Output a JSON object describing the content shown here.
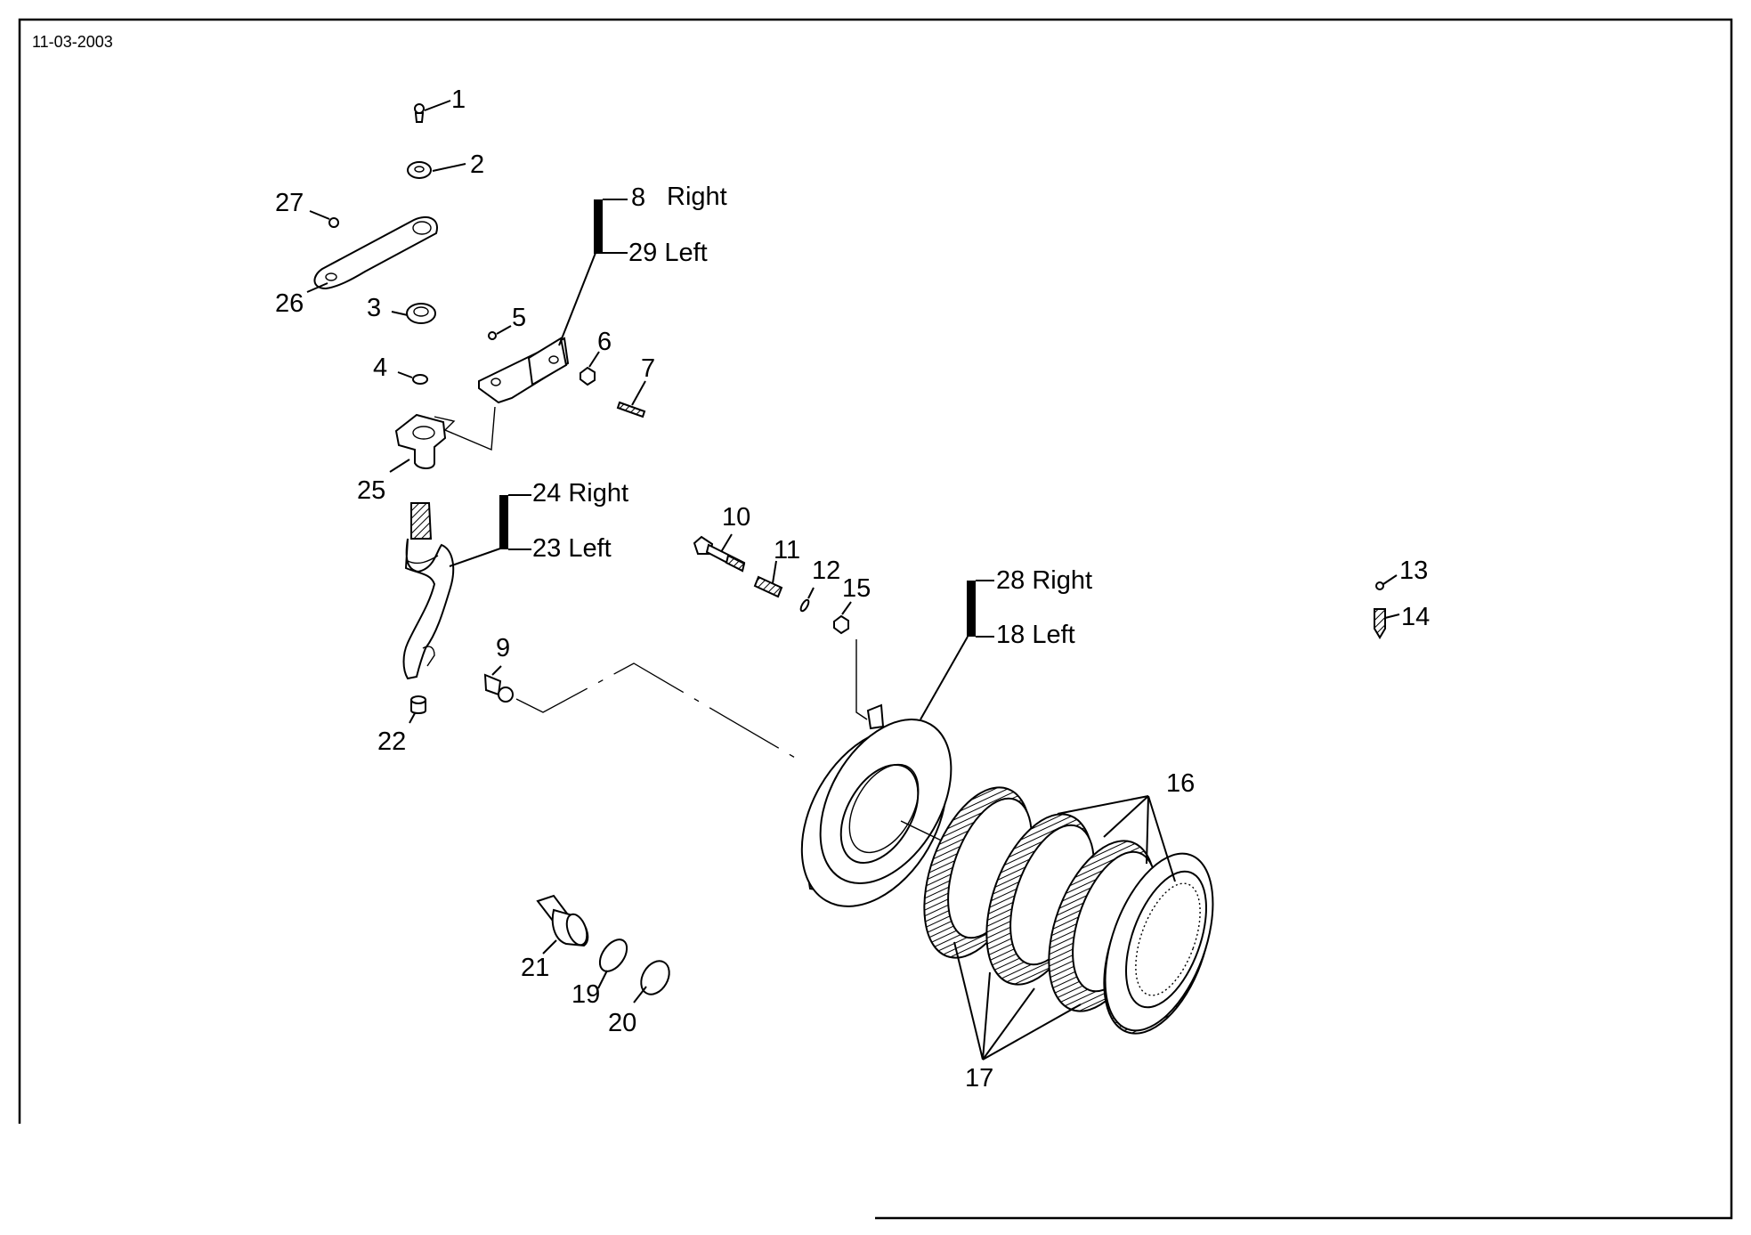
{
  "header": {
    "date": "11-03-2003"
  },
  "callouts": [
    {
      "id": "1",
      "text": "1"
    },
    {
      "id": "2",
      "text": "2"
    },
    {
      "id": "3",
      "text": "3"
    },
    {
      "id": "4",
      "text": "4"
    },
    {
      "id": "5",
      "text": "5"
    },
    {
      "id": "6",
      "text": "6"
    },
    {
      "id": "7",
      "text": "7"
    },
    {
      "id": "8",
      "text": "8"
    },
    {
      "id": "9",
      "text": "9"
    },
    {
      "id": "10",
      "text": "10"
    },
    {
      "id": "11",
      "text": "11"
    },
    {
      "id": "12",
      "text": "12"
    },
    {
      "id": "13",
      "text": "13"
    },
    {
      "id": "14",
      "text": "14"
    },
    {
      "id": "15",
      "text": "15"
    },
    {
      "id": "16",
      "text": "16"
    },
    {
      "id": "17",
      "text": "17"
    },
    {
      "id": "18",
      "text": "18 Left"
    },
    {
      "id": "19",
      "text": "19"
    },
    {
      "id": "20",
      "text": "20"
    },
    {
      "id": "21",
      "text": "21"
    },
    {
      "id": "22",
      "text": "22"
    },
    {
      "id": "23",
      "text": "23 Left"
    },
    {
      "id": "24",
      "text": "24 Right"
    },
    {
      "id": "25",
      "text": "25"
    },
    {
      "id": "26",
      "text": "26"
    },
    {
      "id": "27",
      "text": "27"
    },
    {
      "id": "28",
      "text": "28 Right"
    },
    {
      "id": "29",
      "text": "29 Left"
    }
  ],
  "side_labels": {
    "right_8": "Right"
  }
}
